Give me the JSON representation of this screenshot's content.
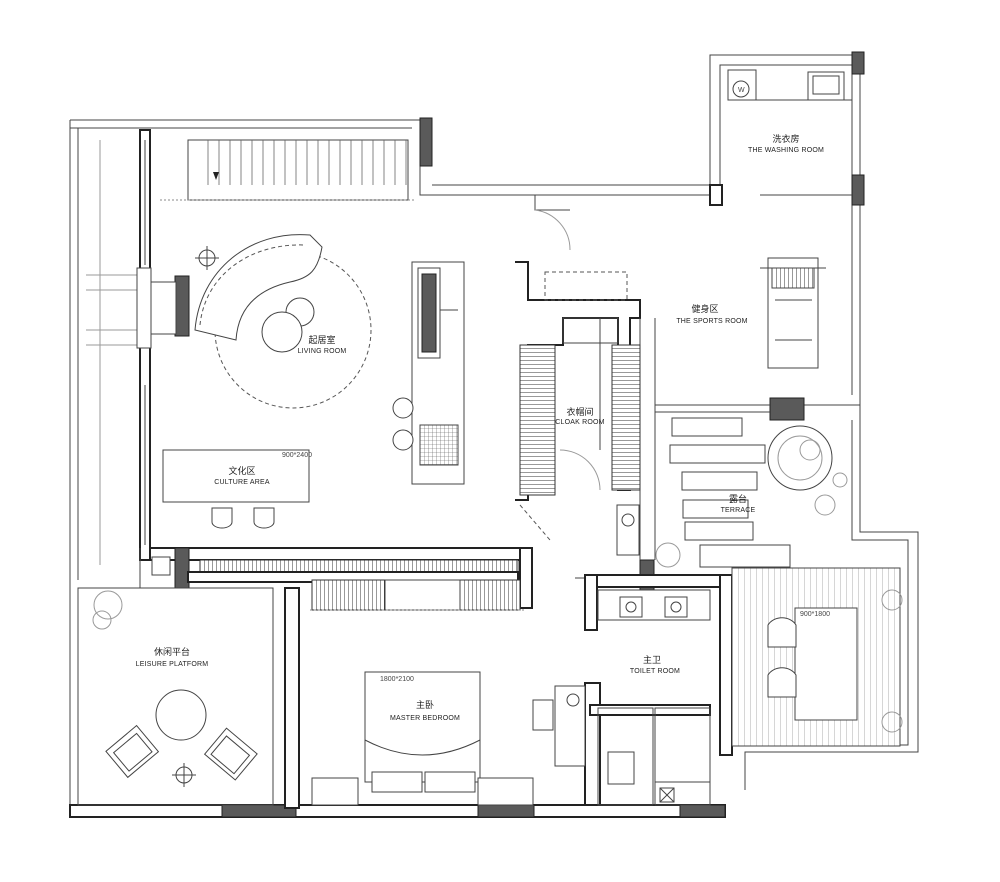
{
  "rooms": {
    "washing": {
      "cn": "洗衣房",
      "en": "THE WASHING ROOM"
    },
    "sports": {
      "cn": "健身区",
      "en": "THE SPORTS ROOM"
    },
    "living": {
      "cn": "起居室",
      "en": "LIVING ROOM"
    },
    "cloak": {
      "cn": "衣帽间",
      "en": "CLOAK ROOM"
    },
    "culture": {
      "cn": "文化区",
      "en": "CULTURE AREA"
    },
    "terrace": {
      "cn": "露台",
      "en": "TERRACE"
    },
    "leisure": {
      "cn": "休闲平台",
      "en": "LEISURE PLATFORM"
    },
    "master": {
      "cn": "主卧",
      "en": "MASTER BEDROOM"
    },
    "toilet": {
      "cn": "主卫",
      "en": "TOILET ROOM"
    }
  },
  "dimensions": {
    "culture_table": "900*2400",
    "bed": "1800*2100",
    "terrace_table": "900*1800"
  },
  "icons": {
    "washer": "W"
  }
}
